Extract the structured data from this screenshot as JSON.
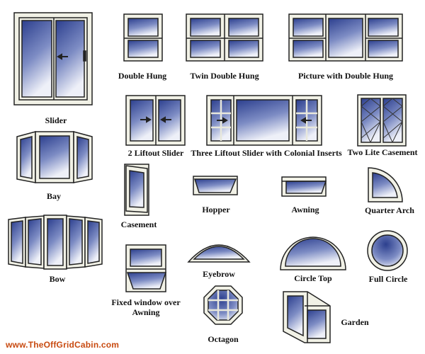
{
  "colors": {
    "frame_fill": "#f1f1e6",
    "frame_stroke": "#222222",
    "glass_top": "#2c3f8e",
    "glass_bottom": "#eef0f8",
    "watermark": "#c84a10"
  },
  "labels": {
    "slider": "Slider",
    "double_hung": "Double Hung",
    "twin_double_hung": "Twin Double Hung",
    "picture_double_hung": "Picture with Double Hung",
    "liftout_2": "2 Liftout Slider",
    "liftout_3": "Three Liftout Slider with Colonial Inserts",
    "two_lite": "Two Lite Casement",
    "bay": "Bay",
    "casement": "Casement",
    "hopper": "Hopper",
    "awning": "Awning",
    "quarter_arch": "Quarter Arch",
    "bow": "Bow",
    "fixed_awning": "Fixed window over Awning",
    "eyebrow": "Eyebrow",
    "circle_top": "Circle Top",
    "full_circle": "Full Circle",
    "octagon": "Octagon",
    "garden": "Garden"
  },
  "watermark": "www.TheOffGridCabin.com"
}
